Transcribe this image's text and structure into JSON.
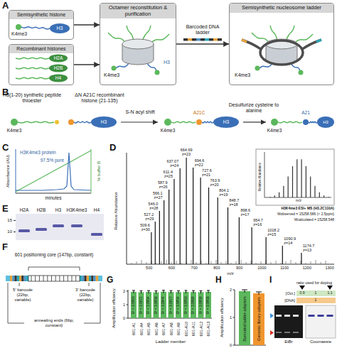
{
  "diagram": {
    "nodes": [
      {
        "text": [
          "Semisynthetic histone",
          "K4me3",
          "H3"
        ]
      },
      {
        "text": [
          "Recombinant histones",
          "H2A",
          "H2B",
          "H4"
        ]
      },
      {
        "text": [
          "Octamer reconstitution & purification"
        ]
      },
      {
        "text": [
          "Semisynthetic nucleosome ladder"
        ]
      }
    ],
    "edges": [
      {
        "from": 0,
        "to": 2,
        "arrow": "to"
      },
      {
        "from": 1,
        "to": 2,
        "arrow": "to"
      },
      {
        "from": 2,
        "to": 3,
        "arrow": "to",
        "label": "Barcoded DNA ladder"
      }
    ],
    "labels": [
      "A",
      "K4me3",
      "H3",
      "K4me3",
      "B",
      "H3(1-20) synthetic peptide thioester",
      "ΔN A21C recombinant histone (21-135)",
      "S-N acyl shift",
      "Desulfurize cysteine to alanine",
      "K4me3",
      "H3",
      "A21C",
      "K4me3",
      "H3",
      "A21",
      "K4me3",
      "H3",
      "C",
      "H3K4me3 protein",
      "97.5% pure",
      "Absorbance (AU)",
      "% buffer B",
      "minutes",
      "D",
      "509.6 z=30",
      "527.2 z=29",
      "546.0 z=28",
      "566.1 z=27",
      "587.9 z=26",
      "611.4 z=25",
      "637.07 z=24",
      "664.69 z=23",
      "694.6 z=22",
      "727.6 z=21",
      "763.9 z=20",
      "804.1 z=19",
      "848.7 z=18",
      "898.6 z=17",
      "954.7 z=16",
      "1018.2 z=15",
      "1090.9 z=14",
      "1174.7 z=13",
      "Relative Abundance",
      "m/z",
      "500",
      "600",
      "700",
      "800",
      "900",
      "1000",
      "1100",
      "1200",
      "1300",
      "Relative Abundance",
      "m/z",
      "H3K4me3 ESI+ MS (H3.2C110A)",
      "Mobserved = 15258.586 (< 2.5ppm)",
      "Mcalculated = 15258.548",
      "E",
      "H2A",
      "H2B",
      "H3",
      "H3K4me3",
      "H4",
      "15",
      "10",
      "F",
      "601 positioning core (147bp, constant)",
      "5' barcode (22bp, variable)",
      "3' barcode (22bp, variable)",
      "annealing ends (6bp, constant)",
      "G",
      "Amplification efficiency",
      "0",
      "1",
      "2",
      "R² = 0.9993",
      "R² = 0.9972",
      "R² = 0.9954",
      "R² = 0.9958",
      "R² = 0.9944",
      "R² = 0.9977",
      "R² = 0.9954",
      "R² = 0.9950",
      "R² = 0.9989",
      "R² = 0.9959",
      "R² = 0.9958",
      "601-A1",
      "601-A4",
      "601-A5",
      "601-A6",
      "601-A7",
      "601-A8",
      "601-A9",
      "601-A10",
      "601-A11",
      "601-A12",
      "601-A13",
      "Ladder member",
      "H",
      "Amplification efficiency",
      "0",
      "1",
      "2",
      "Barcoded ladder-adaptors",
      "Genomic library-adaptors",
      "I",
      "ratio used for doping",
      "[Oct.]",
      "0.9",
      "1",
      "1.1",
      "[DNA]",
      "1",
      "EtBr",
      "Coomassie"
    ]
  }
}
